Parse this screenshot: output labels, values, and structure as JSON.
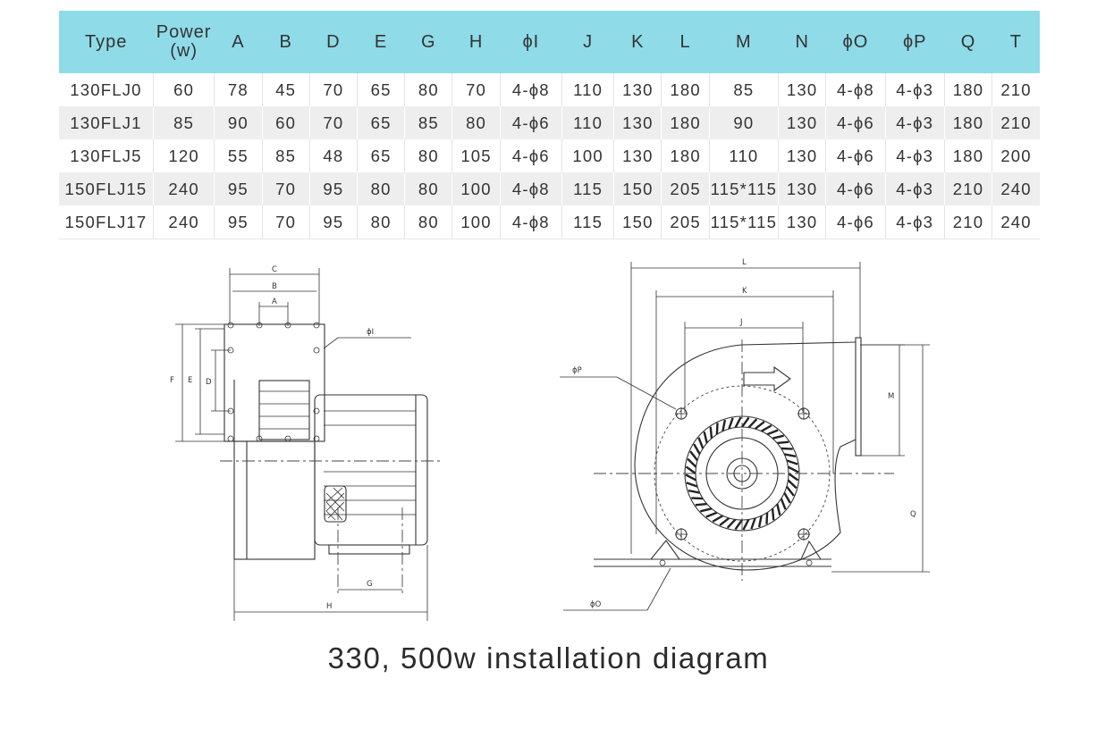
{
  "table": {
    "headers": [
      "Type",
      "Power\n(w)",
      "A",
      "B",
      "D",
      "E",
      "G",
      "H",
      "ϕI",
      "J",
      "K",
      "L",
      "M",
      "N",
      "ϕO",
      "ϕP",
      "Q",
      "T"
    ],
    "rows": [
      [
        "130FLJ0",
        "60",
        "78",
        "45",
        "70",
        "65",
        "80",
        "70",
        "4-ϕ8",
        "110",
        "130",
        "180",
        "85",
        "130",
        "4-ϕ8",
        "4-ϕ3",
        "180",
        "210"
      ],
      [
        "130FLJ1",
        "85",
        "90",
        "60",
        "70",
        "65",
        "85",
        "80",
        "4-ϕ6",
        "110",
        "130",
        "180",
        "90",
        "130",
        "4-ϕ6",
        "4-ϕ3",
        "180",
        "210"
      ],
      [
        "130FLJ5",
        "120",
        "55",
        "85",
        "48",
        "65",
        "80",
        "105",
        "4-ϕ6",
        "100",
        "130",
        "180",
        "110",
        "130",
        "4-ϕ6",
        "4-ϕ3",
        "180",
        "200"
      ],
      [
        "150FLJ15",
        "240",
        "95",
        "70",
        "95",
        "80",
        "80",
        "100",
        "4-ϕ8",
        "115",
        "150",
        "205",
        "115*115",
        "130",
        "4-ϕ6",
        "4-ϕ3",
        "210",
        "240"
      ],
      [
        "150FLJ17",
        "240",
        "95",
        "70",
        "95",
        "80",
        "80",
        "100",
        "4-ϕ8",
        "115",
        "150",
        "205",
        "115*115",
        "130",
        "4-ϕ6",
        "4-ϕ3",
        "210",
        "240"
      ]
    ]
  },
  "side_view": {
    "label_c": "C",
    "label_b": "B",
    "label_a": "A",
    "label_phi_i": "ϕI",
    "label_f": "F",
    "label_e": "E",
    "label_d": "D",
    "label_g": "G",
    "label_h": "H"
  },
  "front_view": {
    "label_l": "L",
    "label_k": "K",
    "label_j": "J",
    "label_phi_p": "ϕP",
    "label_m": "M",
    "label_q": "Q",
    "label_phi_o": "ϕO"
  },
  "caption": "330, 500w installation diagram",
  "colors": {
    "header_bg": "#8fdbe8",
    "row_alt_bg": "#eeeeee",
    "line": "#333333"
  }
}
